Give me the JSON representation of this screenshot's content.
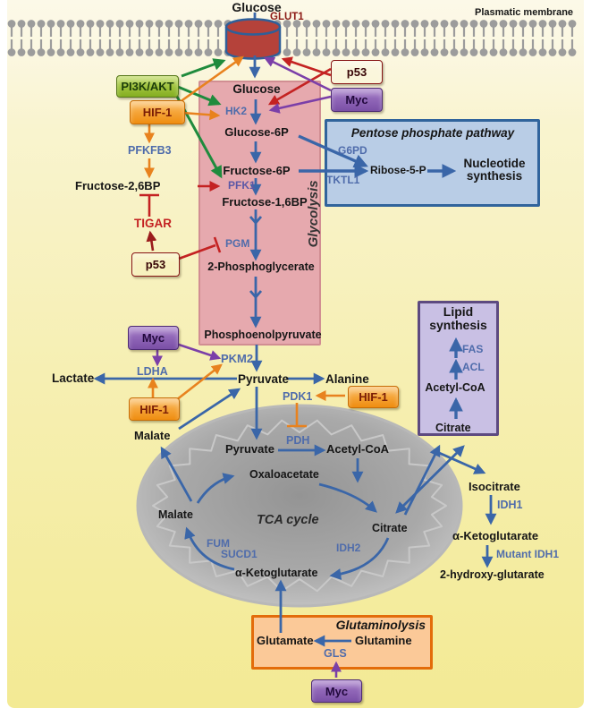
{
  "colors": {
    "arrow_blue": "#3a66a8",
    "arrow_green": "#1f8b3d",
    "arrow_orange": "#e8821e",
    "arrow_red": "#c42222",
    "arrow_darkred": "#9b1c1c",
    "arrow_purple": "#7b3fa8",
    "glycolysis_fill": "#e6a9ae",
    "ppp_fill": "#b9cde6",
    "lipid_fill": "#c9c0e4",
    "glutaminolysis_fill": "#fbc998",
    "mitochondria_gray": "#a0a0a0",
    "membrane_gray": "#9c9c9c",
    "transporter_red": "#b5423a",
    "cell_yellow": "#f6efb2"
  },
  "labels": {
    "glucose_top": "Glucose",
    "glut1": "GLUT1",
    "plasmatic_membrane": "Plasmatic membrane",
    "pi3k_akt": "PI3K/AKT",
    "hif1": "HIF-1",
    "p53": "p53",
    "myc": "Myc",
    "glycolysis_title": "Glycolysis",
    "glucose": "Glucose",
    "hk2": "HK2",
    "glucose6p": "Glucose-6P",
    "fructose6p": "Fructose-6P",
    "pfk1": "PFK1",
    "fructose16bp": "Fructose-1,6BP",
    "pgm": "PGM",
    "phosphoglycerate2": "2-Phosphoglycerate",
    "pep": "Phosphoenolpyruvate",
    "pfkfb3": "PFKFB3",
    "fructose26bp": "Fructose-2,6BP",
    "tigar": "TIGAR",
    "ppp_title": "Pentose phosphate pathway",
    "g6pd": "G6PD",
    "tktl1": "TKTL1",
    "ribose5p": "Ribose-5-P",
    "nucleotide_synthesis": "Nucleotide synthesis",
    "pkm2": "PKM2",
    "ldha": "LDHA",
    "lactate": "Lactate",
    "pyruvate_cytosol": "Pyruvate",
    "alanine": "Alanine",
    "pdk1": "PDK1",
    "pdh": "PDH",
    "malate_cytosol": "Malate",
    "pyruvate_mito": "Pyruvate",
    "acetylcoa_mito": "Acetyl-CoA",
    "oxaloacetate": "Oxaloacetate",
    "tca_title": "TCA cycle",
    "citrate_mito": "Citrate",
    "idh2": "IDH2",
    "akg_mito": "α-Ketoglutarate",
    "fum": "FUM",
    "sucd1": "SUCD1",
    "malate_mito": "Malate",
    "lipid_title": "Lipid synthesis",
    "fas": "FAS",
    "acl": "ACL",
    "acetylcoa_cytosol": "Acetyl-CoA",
    "citrate_cytosol": "Citrate",
    "isocitrate": "Isocitrate",
    "idh1": "IDH1",
    "akg_cytosol": "α-Ketoglutarate",
    "mutant_idh1": "Mutant IDH1",
    "hydroxyglutarate2": "2-hydroxy-glutarate",
    "glutaminolysis_title": "Glutaminolysis",
    "glutamate": "Glutamate",
    "glutamine": "Glutamine",
    "gls": "GLS"
  }
}
